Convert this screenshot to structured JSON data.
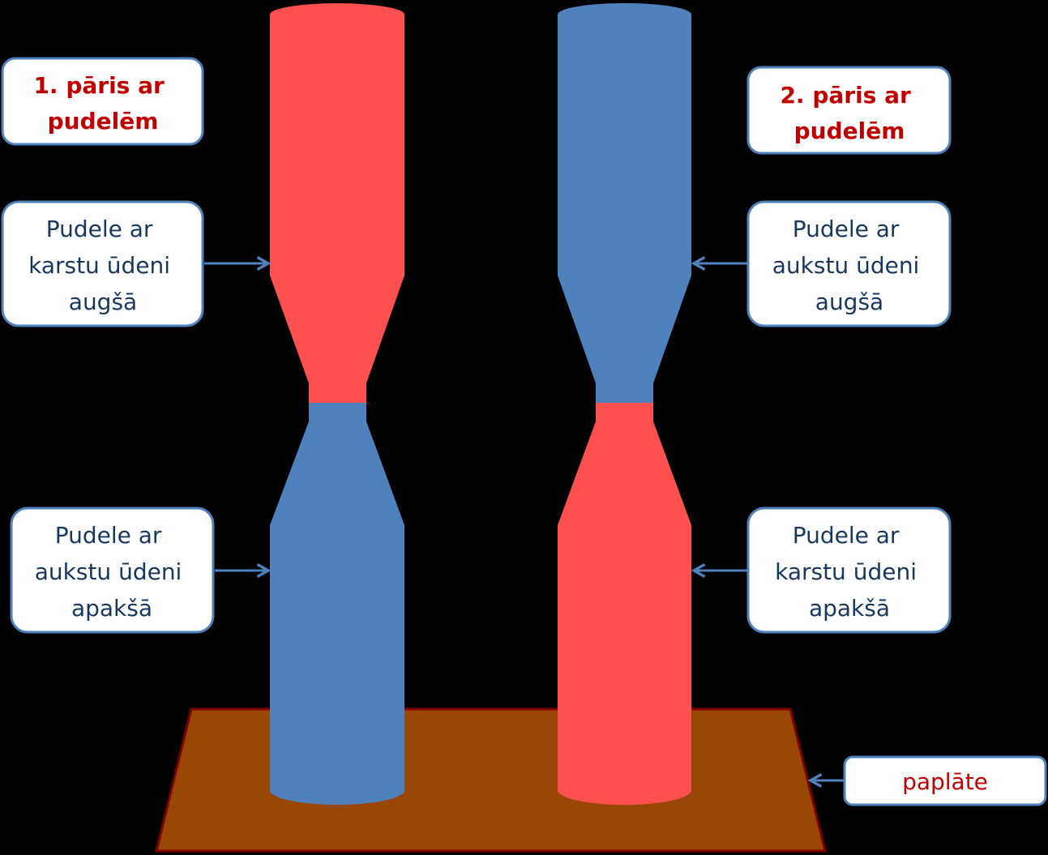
{
  "colors": {
    "hot": "#ff5050",
    "cold": "#4f81bd",
    "tray": "#994707",
    "tray_border": "#800000",
    "title_text": "#c00000",
    "label_text": "#17375e"
  },
  "pair1": {
    "title": [
      "1. pāris ar",
      "pudelēm"
    ],
    "top_label": [
      "Pudele ar",
      "karstu ūdeni",
      "augšā"
    ],
    "bottom_label": [
      "Pudele ar",
      "aukstu ūdeni",
      "apakšā"
    ]
  },
  "pair2": {
    "title": [
      "2. pāris ar",
      "pudelēm"
    ],
    "top_label": [
      "Pudele ar",
      "aukstu ūdeni",
      "augšā"
    ],
    "bottom_label": [
      "Pudele ar",
      "karstu ūdeni",
      "apakšā"
    ]
  },
  "tray": {
    "label": "paplāte"
  }
}
